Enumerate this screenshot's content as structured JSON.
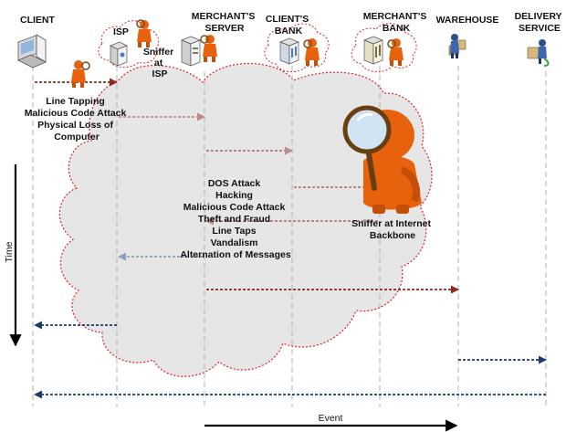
{
  "participants": {
    "client": "CLIENT",
    "isp": "ISP",
    "merchant_server": [
      "MERCHANT'S",
      "SERVER"
    ],
    "client_bank": [
      "CLIENT'S",
      "BANK"
    ],
    "merchant_bank": [
      "MERCHANT'S",
      "BANK"
    ],
    "warehouse": "WAREHOUSE",
    "delivery_service": [
      "DELIVERY",
      "SERVICE"
    ]
  },
  "threats": {
    "sniffer_isp": [
      "Sniffer",
      "at",
      "ISP"
    ],
    "client_side": [
      "Line Tapping",
      "Malicious Code Attack",
      "Physical Loss of",
      "Computer"
    ],
    "internet": [
      "DOS Attack",
      "Hacking",
      "Malicious Code Attack",
      "Theft and Fraud",
      "Line Taps",
      "Vandalism",
      "Alternation of Messages"
    ],
    "sniffer_backbone": [
      "Sniffer at Internet",
      "Backbone"
    ]
  },
  "axes": {
    "time": "Time",
    "event": "Event"
  },
  "icons": {
    "client": "computer-icon",
    "isp": "server-icon",
    "merchant_server": "server-icon",
    "client_bank": "bank-icon",
    "merchant_bank": "bank-icon",
    "warehouse": "warehouse-worker-icon",
    "delivery_service": "delivery-worker-icon",
    "sniffer": "sniffer-figure-icon",
    "big_sniffer": "magnifying-glass-figure-icon"
  },
  "colors": {
    "cloud_fill": "#e6e6e6",
    "cloud_border": "#d9232a",
    "lifeline": "#b0b0b0",
    "arrow_client_dark": "#8b2a1e",
    "arrow_rose": "#c08a8a",
    "arrow_blue": "#1c3a6b",
    "arrow_blue_light": "#8aa0bf",
    "sniffer_orange": "#e8620e"
  }
}
